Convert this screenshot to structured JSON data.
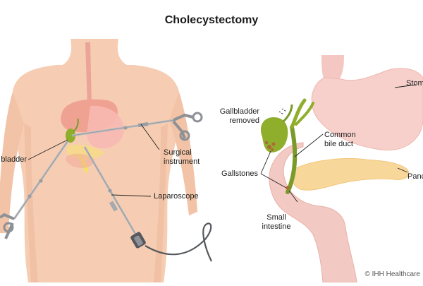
{
  "title": "Cholecystectomy",
  "labels": {
    "gallbladder_left": "bladder",
    "surgical_instrument": "Surgical\ninstrument",
    "laparoscope": "Laparoscope",
    "gallbladder_removed": "Gallbladder\nremoved",
    "gallstones": "Gallstones",
    "common_bile_duct": "Common\nbile duct",
    "small_intestine": "Small\nintestine",
    "stomach": "Stom",
    "pancreas": "Panc"
  },
  "credit": "© IHH Healthcare",
  "colors": {
    "skin": "#f6cdb2",
    "skin_shadow": "#eab395",
    "organ": "#f2b7a6",
    "stomach": "#f7d0cc",
    "pancreas": "#f8d79a",
    "gallbladder": "#8fae2c",
    "bile": "#7a9a2a",
    "instrument": "#b9bcc0",
    "leader": "#222222"
  },
  "icons": [
    "scissors-grip-icon",
    "scope-eyepiece-icon"
  ]
}
